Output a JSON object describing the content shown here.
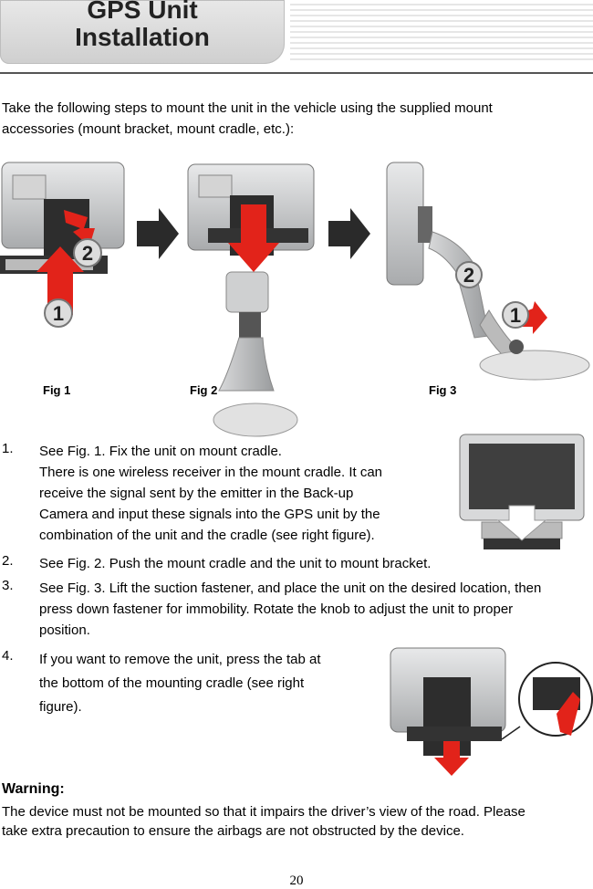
{
  "header": {
    "title_line1": "GPS Unit",
    "title_line2": "Installation"
  },
  "intro": {
    "line1": "Take the following steps to mount the unit in the vehicle using the supplied mount",
    "line2": "accessories (mount bracket, mount cradle, etc.):"
  },
  "figures": {
    "fig1": {
      "label": "Fig 1",
      "callouts": [
        "1",
        "2"
      ]
    },
    "fig2": {
      "label": "Fig 2"
    },
    "fig3": {
      "label": "Fig 3",
      "callouts": [
        "1",
        "2"
      ]
    }
  },
  "steps": [
    {
      "num": "1.",
      "lines": [
        "See Fig. 1. Fix the unit on mount cradle.",
        "There is one wireless receiver in the mount cradle. It can",
        "receive the signal sent by the emitter in the Back-up",
        "Camera and input these signals into the GPS unit by the",
        "combination of the unit and the cradle (see right figure)."
      ]
    },
    {
      "num": "2.",
      "lines": [
        "See Fig. 2. Push the mount cradle and the unit to mount bracket."
      ]
    },
    {
      "num": "3.",
      "lines": [
        "See Fig. 3. Lift the suction fastener, and place the unit on the desired location, then",
        "press down fastener for immobility. Rotate the knob to adjust the unit to proper",
        "position."
      ]
    },
    {
      "num": "4.",
      "lines": [
        "If you want to remove the unit, press the tab at",
        "the bottom of the mounting cradle (see right",
        "figure)."
      ]
    }
  ],
  "warning": {
    "heading": "Warning:",
    "line1": "The device must not be mounted so that it impairs the driver’s view of the road. Please",
    "line2": "take extra precaution to ensure the airbags are not obstructed by the device."
  },
  "page_number": "20",
  "colors": {
    "arrow_red": "#e2231a",
    "arrow_dark": "#2a2a2a",
    "device_silver": "#c9cbcc"
  }
}
